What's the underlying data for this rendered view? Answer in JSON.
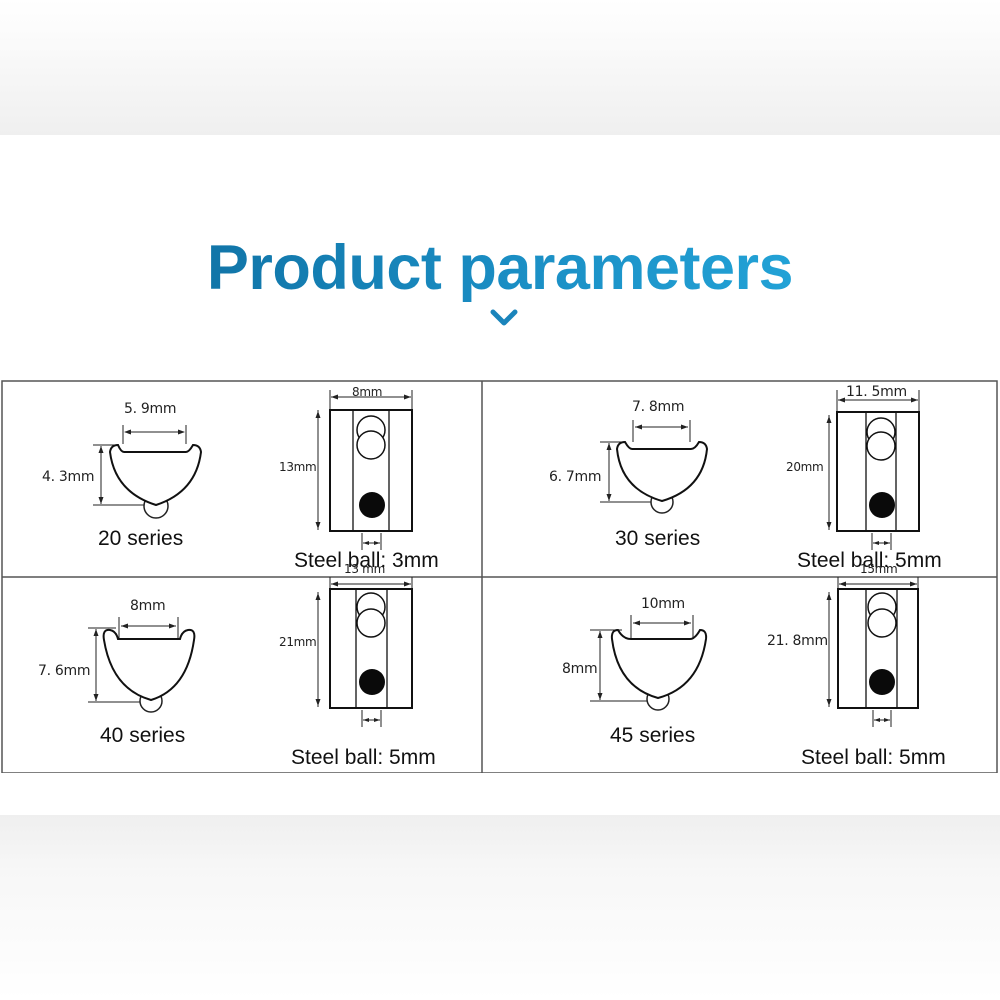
{
  "title": "Product parameters",
  "icons": {
    "title_marker": "chevron-down-icon"
  },
  "colors": {
    "title_start": "#1175a8",
    "title_end": "#22a2d6",
    "grid_line": "#555555"
  },
  "cells": [
    {
      "series": "20 series",
      "profile_width": "5. 9mm",
      "profile_height": "4. 3mm",
      "nut_width": "8mm",
      "nut_height": "13mm",
      "steel_ball": "Steel ball: 3mm"
    },
    {
      "series": "30 series",
      "profile_width": "7. 8mm",
      "profile_height": "6. 7mm",
      "nut_width": "11. 5mm",
      "nut_height": "20mm",
      "steel_ball": "Steel ball: 5mm"
    },
    {
      "series": "40 series",
      "profile_width": "8mm",
      "profile_height": "7. 6mm",
      "nut_width": "13 mm",
      "nut_height": "21mm",
      "steel_ball": "Steel ball: 5mm"
    },
    {
      "series": "45 series",
      "profile_width": "10mm",
      "profile_height": "8mm",
      "nut_width": "15mm",
      "nut_height": "21. 8mm",
      "steel_ball": "Steel ball: 5mm"
    }
  ]
}
